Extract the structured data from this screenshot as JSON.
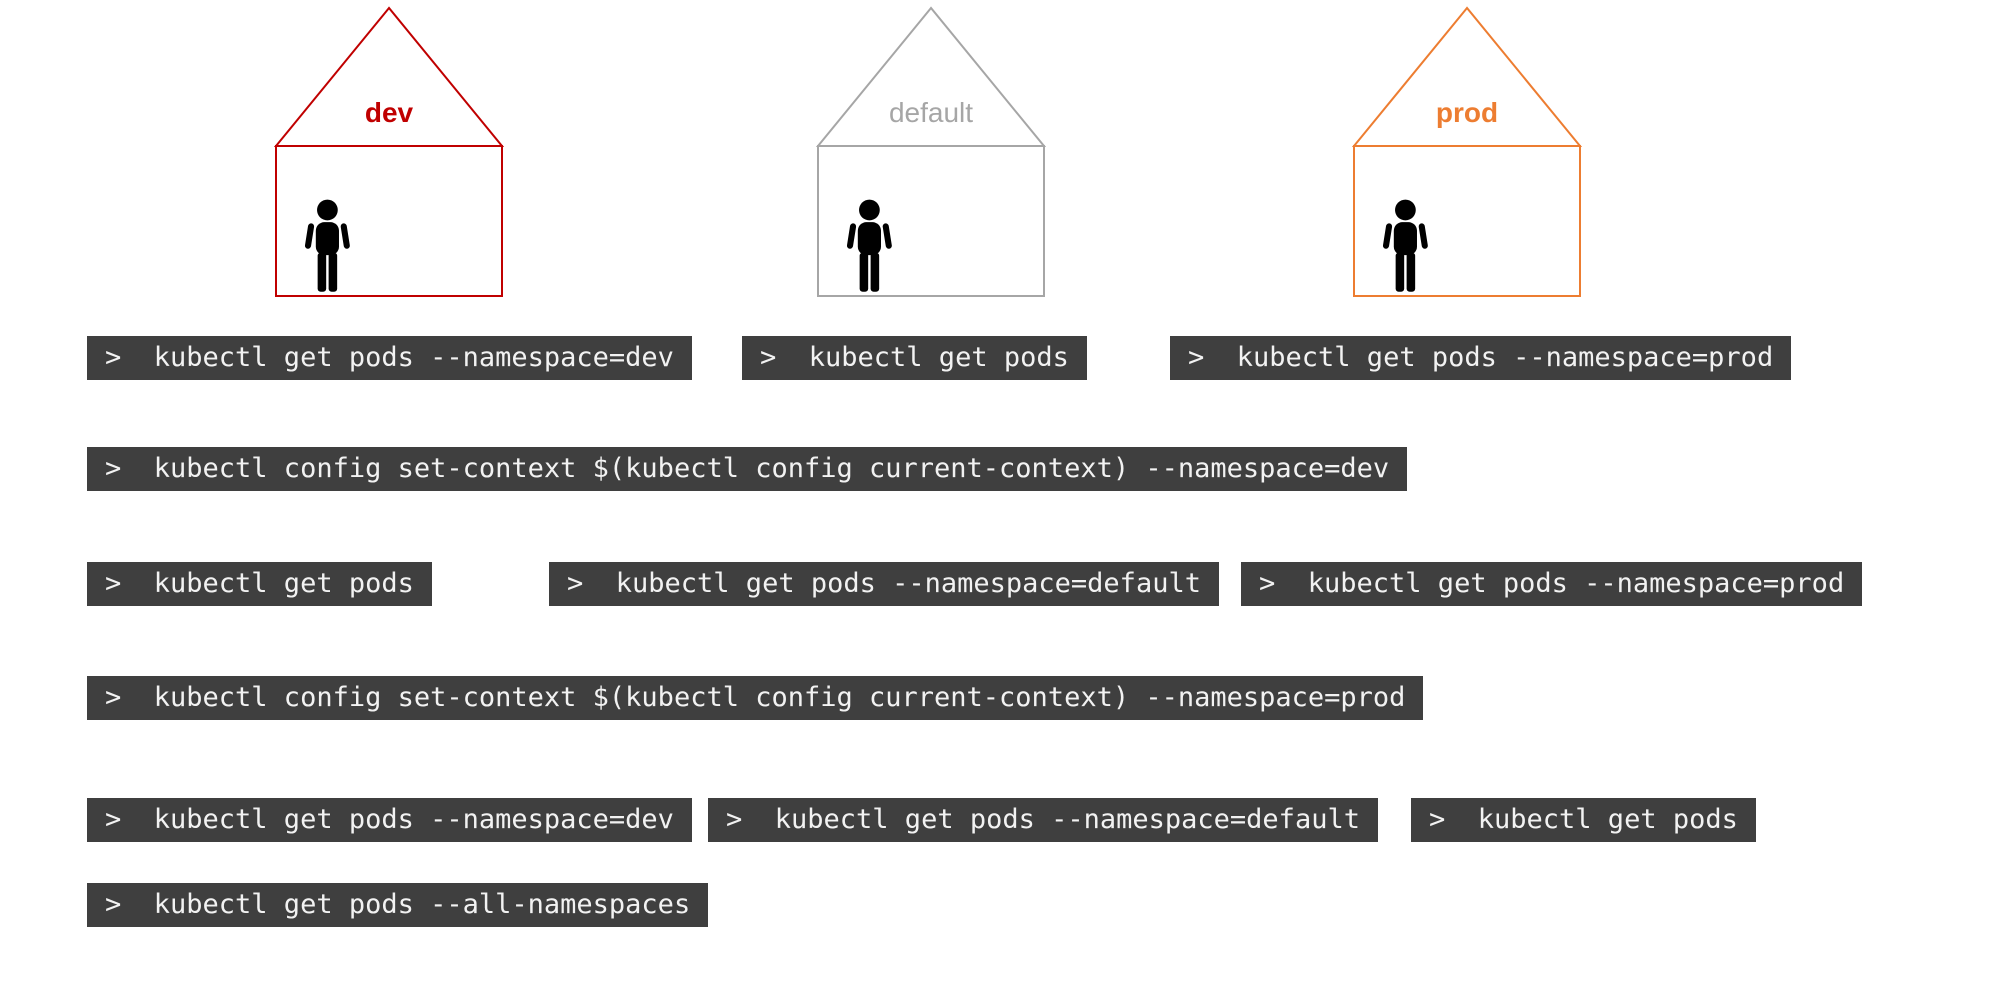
{
  "houses": [
    {
      "label": "dev",
      "color": "#c00000"
    },
    {
      "label": "default",
      "color": "#a6a6a6"
    },
    {
      "label": "prod",
      "color": "#ed7d31"
    }
  ],
  "rows": [
    {
      "boxes": [
        {
          "text": ">  kubectl get pods --namespace=dev"
        },
        {
          "text": ">  kubectl get pods"
        },
        {
          "text": ">  kubectl get pods --namespace=prod"
        }
      ]
    },
    {
      "boxes": [
        {
          "text": ">  kubectl config set-context $(kubectl config current-context) --namespace=dev"
        }
      ]
    },
    {
      "boxes": [
        {
          "text": ">  kubectl get pods"
        },
        {
          "text": ">  kubectl get pods --namespace=default"
        },
        {
          "text": ">  kubectl get pods --namespace=prod"
        }
      ]
    },
    {
      "boxes": [
        {
          "text": ">  kubectl config set-context $(kubectl config current-context) --namespace=prod"
        }
      ]
    },
    {
      "boxes": [
        {
          "text": ">  kubectl get pods --namespace=dev"
        },
        {
          "text": ">  kubectl get pods --namespace=default"
        },
        {
          "text": ">  kubectl get pods"
        }
      ]
    },
    {
      "boxes": [
        {
          "text": ">  kubectl get pods --all-namespaces"
        }
      ]
    }
  ]
}
